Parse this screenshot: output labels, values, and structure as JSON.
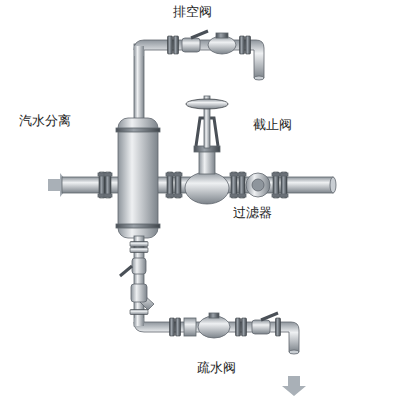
{
  "diagram": {
    "labels": [
      "排空阀",
      "汽水分离",
      "截止阀",
      "过滤器",
      "疏水阀"
    ]
  }
}
